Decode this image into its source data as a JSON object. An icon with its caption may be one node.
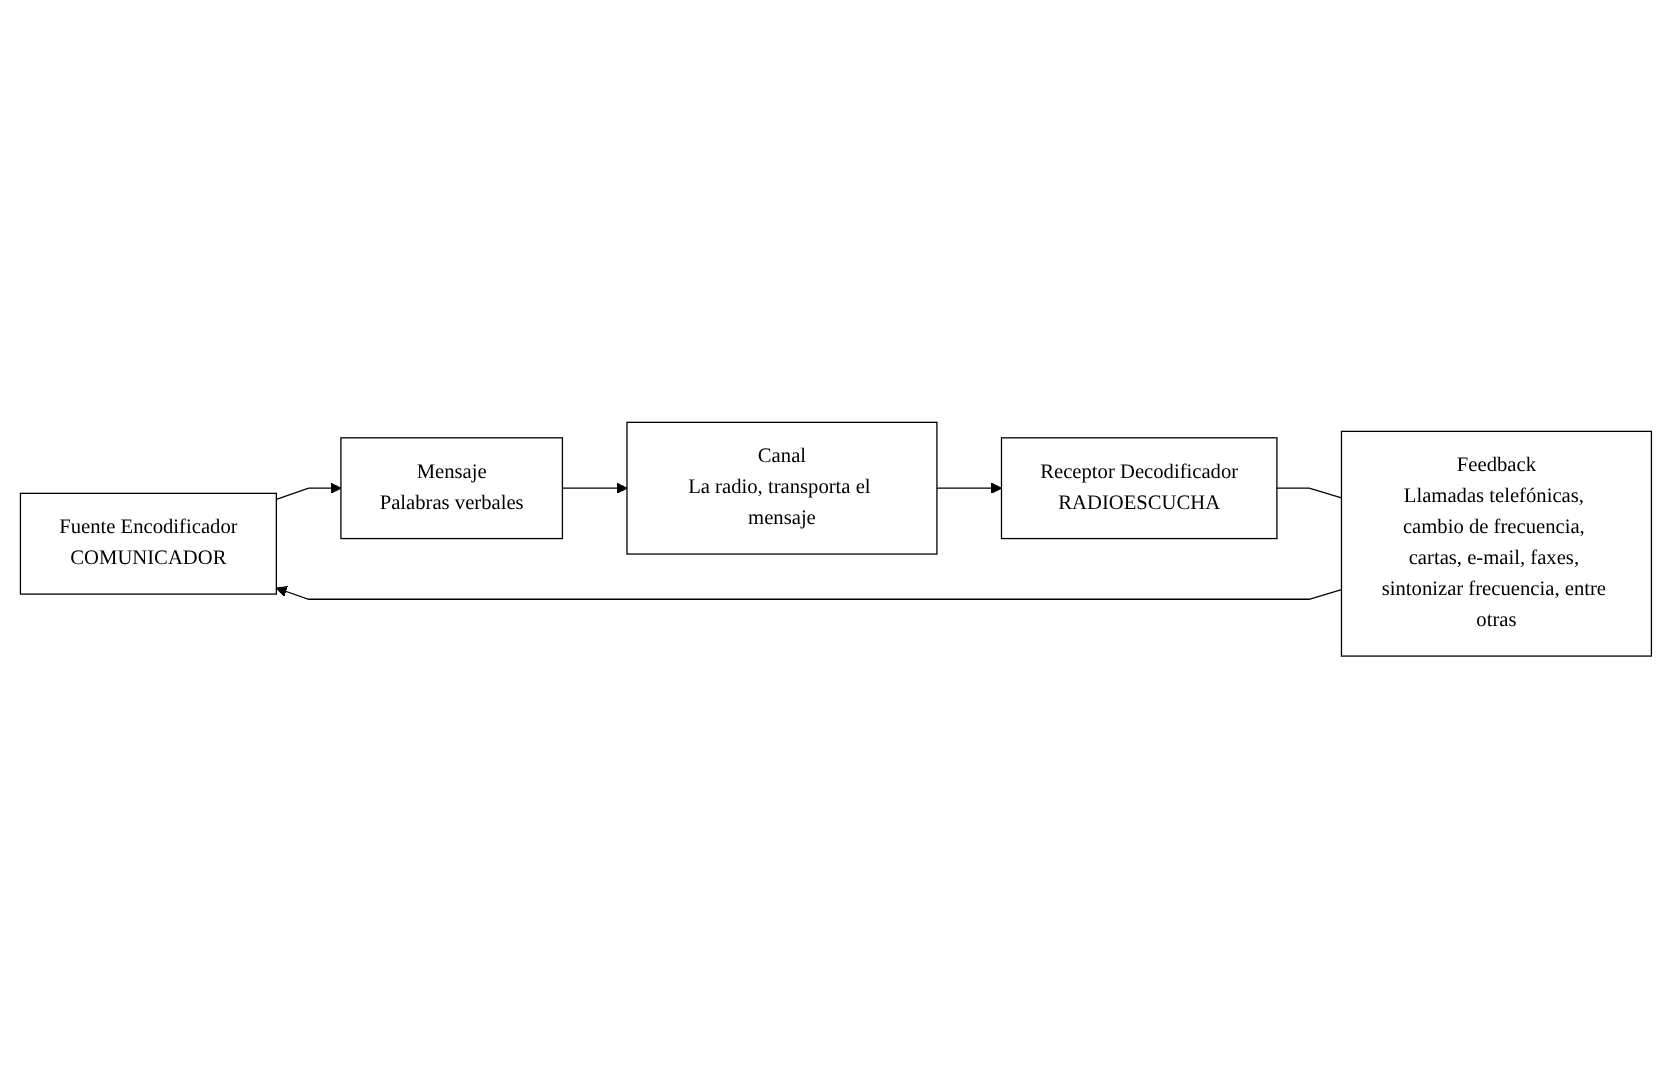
{
  "diagram": {
    "nodes": [
      {
        "text": [
          "Fuente Encodificador",
          "COMUNICADOR"
        ]
      },
      {
        "text": [
          "Mensaje",
          "Palabras verbales"
        ]
      },
      {
        "text": [
          "Canal",
          "La radio, transporta el mensaje"
        ]
      },
      {
        "text": [
          "Receptor Decodificador",
          "RADIOESCUCHA"
        ]
      },
      {
        "text": [
          "Feedback",
          "Llamadas telefónicas, cambio de frecuencia, cartas, e-mail, faxes, sintonizar frecuencia, entre otras"
        ]
      }
    ],
    "edges": [
      {
        "from": 0,
        "to": 1,
        "arrow": "to"
      },
      {
        "from": 1,
        "to": 2,
        "arrow": "to"
      },
      {
        "from": 2,
        "to": 3,
        "arrow": "to"
      },
      {
        "from": 3,
        "to": 4,
        "arrow": "none"
      },
      {
        "from": 4,
        "to": 0,
        "arrow": "to"
      }
    ]
  }
}
